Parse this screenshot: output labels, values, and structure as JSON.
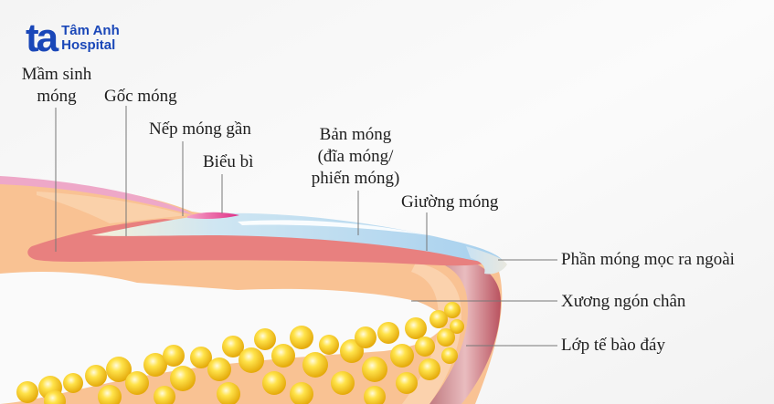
{
  "logo": {
    "mark": "ta",
    "line1": "Tâm Anh",
    "line2": "Hospital",
    "color": "#1a47b8"
  },
  "labels": {
    "mam_sinh_mong": {
      "line1": "Mầm sinh",
      "line2": "móng"
    },
    "goc_mong": "Gốc móng",
    "nep_mong_gan": "Nếp móng gần",
    "bieu_bi": "Biểu bì",
    "ban_mong": {
      "line1": "Bản móng",
      "line2": "(đĩa móng/",
      "line3": "phiến móng)"
    },
    "giuong_mong": "Giường móng",
    "phan_mong_moc_ra_ngoai": "Phần móng mọc ra ngoài",
    "xuong_ngon_chan": "Xương ngón chân",
    "lop_te_bao_day": "Lớp tế bào đáy"
  },
  "colors": {
    "skin": "#f9c293",
    "skin_light": "#fbd7b3",
    "matrix": "#e8807f",
    "nail_plate": "#a9d2ee",
    "cuticle": "#e0458f",
    "proximal_fold": "#eea8c8",
    "bone_outline": "#b9525f",
    "fat": "#f5c518",
    "leader_line": "#777777"
  }
}
